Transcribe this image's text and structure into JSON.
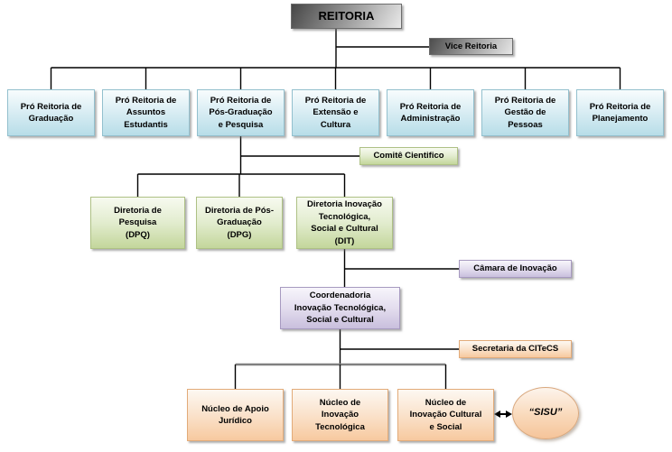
{
  "org": {
    "reitoria": {
      "label": "REITORIA"
    },
    "vice_reitoria": {
      "label": "Vice Reitoria"
    },
    "pro_reitorias": [
      {
        "label": "Pró Reitoria de\nGraduação"
      },
      {
        "label": "Pró Reitoria de\nAssuntos\nEstudantis"
      },
      {
        "label": "Pró Reitoria de\nPós-Graduação\ne Pesquisa"
      },
      {
        "label": "Pró Reitoria de\nExtensão e\nCultura"
      },
      {
        "label": "Pró Reitoria de\nAdministração"
      },
      {
        "label": "Pró Reitoria de\nGestão de\nPessoas"
      },
      {
        "label": "Pró Reitoria de\nPlanejamento"
      }
    ],
    "comite_cientifico": {
      "label": "Comitê Cientifico"
    },
    "diretorias": [
      {
        "label": "Diretoria de\nPesquisa\n(DPQ)"
      },
      {
        "label": "Diretoria de Pós-\nGraduação\n(DPG)"
      },
      {
        "label": "Diretoria Inovação\nTecnológica,\nSocial e Cultural\n(DIT)"
      }
    ],
    "camara_inovacao": {
      "label": "Câmara de Inovação"
    },
    "coordenadoria": {
      "label": "Coordenadoria\nInovação Tecnológica,\nSocial e Cultural"
    },
    "secretaria_citecs": {
      "label": "Secretaria da CITeCS"
    },
    "nucleos": [
      {
        "label": "Núcleo de Apoio\nJurídico"
      },
      {
        "label": "Núcleo de\nInovação\nTecnológica"
      },
      {
        "label": "Núcleo de\nInovação Cultural\ne Social"
      }
    ],
    "sisu": {
      "label": "“SISU”"
    }
  },
  "colors": {
    "reitoria_box_dark": "#474747",
    "reitoria_box_light": "#e9e9e9",
    "pro_reitoria_box": "#b7dde8",
    "diretoria_box": "#c3d69b",
    "coordenadoria_box": "#c9bfdd",
    "nucleo_box": "#f7c99f",
    "connector_line": "#000000",
    "nucleo_bus_line": "#808080",
    "background": "#ffffff"
  }
}
